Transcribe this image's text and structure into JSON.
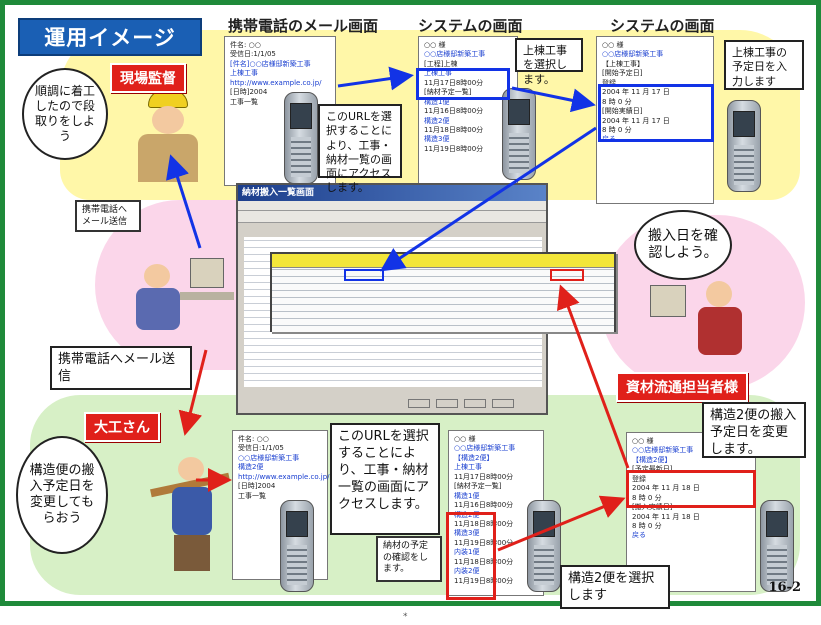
{
  "title": "運用イメージ",
  "section_titles": {
    "phone_mail": "携帯電話のメール画面",
    "system1": "システムの画面",
    "system2": "システムの画面"
  },
  "roles": {
    "site_supervisor": "現場監督",
    "carpenter": "大工さん",
    "materials": "資材流通担当者様"
  },
  "bubbles": {
    "supervisor": "順調に着工したので段取りをしよう",
    "materials": "搬入日を確認しよう。",
    "carpenter": "構造便の搬入予定日を変更してもらおう"
  },
  "callouts": {
    "url_top": "このURLを選択することにより、工事・納材一覧の画面にアクセスします。",
    "select_work": "上棟工事を選択します。",
    "input_date": "上棟工事の予定日を入力します",
    "mail_send_top": "携帯電話へメール送信",
    "mail_send_bottom": "携帯電話へメール送信",
    "url_bottom": "このURLを選択することにより、工事・納材一覧の画面にアクセスします。",
    "change_date": "構造2便の搬入予定日を変更します。",
    "confirm_note": "納材の予定の確認をします。",
    "select_kozo": "構造2便を選択します"
  },
  "window_title": "納材搬入一覧画面",
  "screens": {
    "mail_top": {
      "lines": [
        "件名: ○○",
        "受信日:1/1/05",
        "[件名]○○店様邸新築工事",
        "上棟工事",
        "http://www.example.co.jp/",
        "[日時]2004",
        "工事一覧"
      ]
    },
    "sys1": {
      "lines": [
        "○○ 様",
        "○○店様邸新築工事",
        "[工程]上棟",
        "上棟工事",
        "11月17日8時00分",
        "[納材予定一覧]",
        "構造1便",
        "11月16日8時00分",
        "構造2便",
        "11月18日8時00分",
        "構造3便",
        "11月19日8時00分"
      ]
    },
    "sys2": {
      "lines": [
        "○○ 様",
        "○○店様邸新築工事",
        "【上棟工事】",
        "[開始予定日]",
        "登録",
        "2004 年 11 月 17 日",
        "8 時 0 分",
        "[開始実績日]",
        "2004 年 11 月 17 日",
        "8 時 0 分",
        "戻る"
      ]
    },
    "mail_bottom": {
      "lines": [
        "件名: ○○",
        "受信日:1/1/05",
        "○○店様邸新築工事",
        "構造2便",
        "http://www.example.co.jp/",
        "[日時]2004",
        "工事一覧"
      ]
    },
    "sys3": {
      "lines": [
        "○○ 様",
        "○○店様邸新築工事",
        "【構造2便】",
        "上棟工事",
        "11月17日8時00分",
        "[納材予定一覧]",
        "構造1便",
        "11月16日8時00分",
        "構造2便",
        "11月18日8時00分",
        "構造3便",
        "11月19日8時00分",
        "内装1便",
        "11月18日8時00分",
        "内装2便",
        "11月19日8時00分"
      ]
    },
    "sys4": {
      "lines": [
        "○○ 様",
        "○○店様邸新築工事",
        "【構造2便】",
        "[予定最新日]",
        "登録",
        "2004 年 11 月 18 日",
        "8 時 0 分",
        "[搬入実績日]",
        "2004 年 11 月 18 日",
        "8 時 0 分",
        "戻る"
      ]
    }
  },
  "page_number": "16-2",
  "footer_mark": "*",
  "colors": {
    "frame": "#1f8a3a",
    "title_bg": "#1a5fb4",
    "role_bg": "#e0201a",
    "arrow_blue": "#1233e6",
    "arrow_red": "#e0201a",
    "band_yellow": "#fff7a8",
    "band_pink": "#fbd6ea",
    "band_green": "#d7f0c6"
  }
}
